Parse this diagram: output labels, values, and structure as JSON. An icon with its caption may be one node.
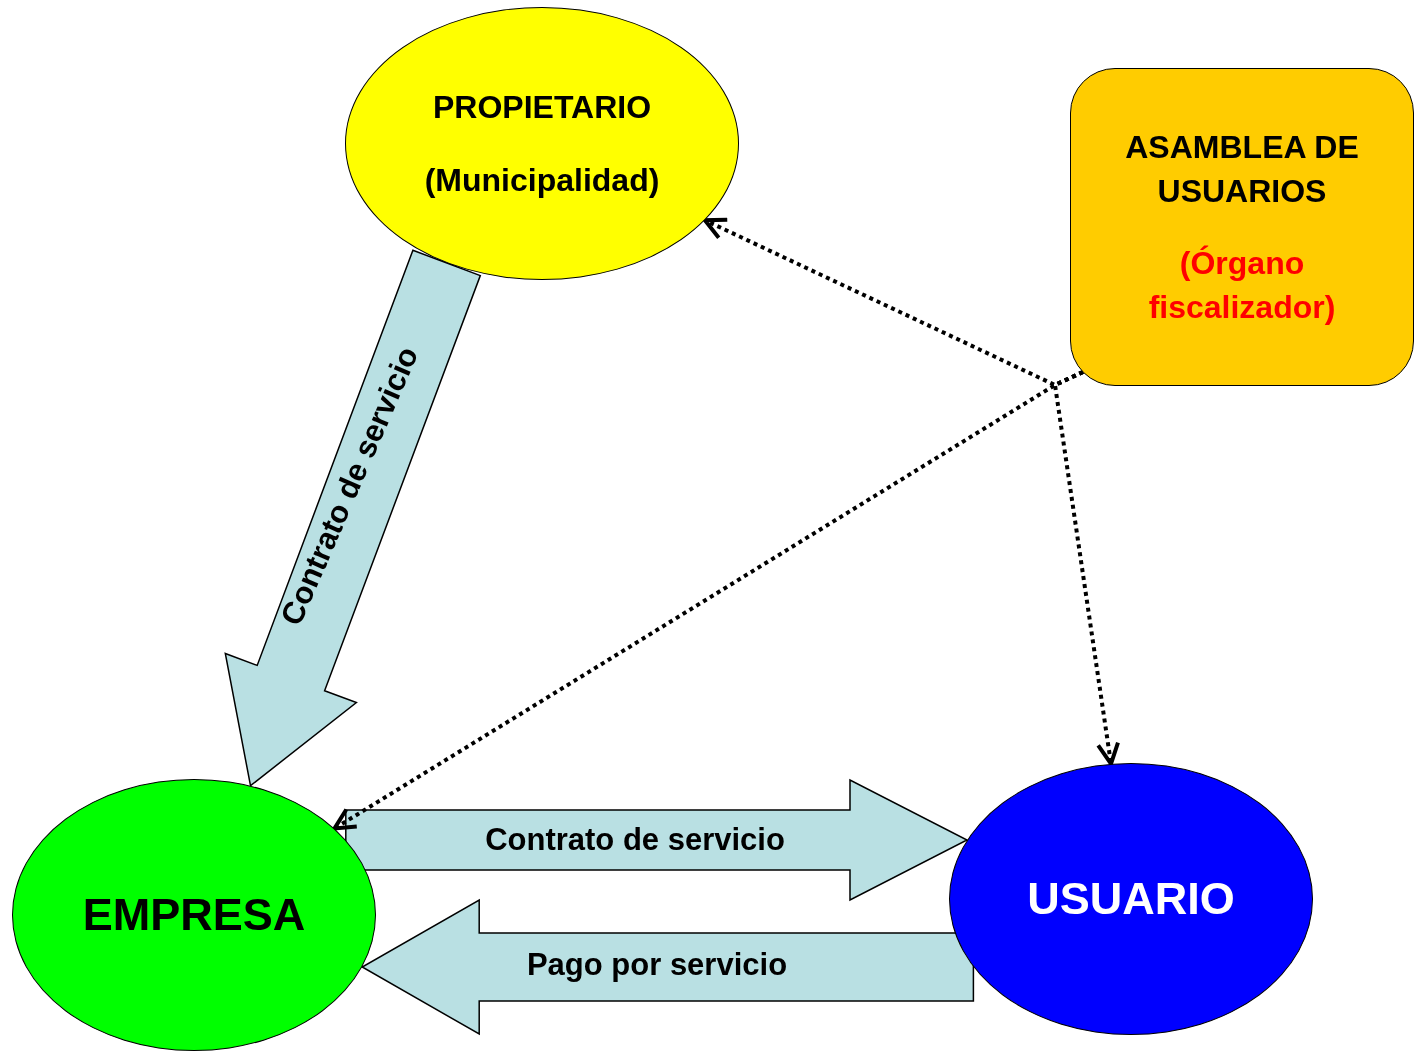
{
  "diagram": {
    "nodes": [
      {
        "text": [
          "PROPIETARIO",
          "(Municipalidad)"
        ]
      },
      {
        "text": [
          "ASAMBLEA DE USUARIOS",
          "(Órgano fiscalizador)"
        ]
      },
      {
        "text": [
          "EMPRESA"
        ]
      },
      {
        "text": [
          "USUARIO"
        ]
      }
    ],
    "edges": [
      {
        "from": 0,
        "to": 2,
        "arrow": "to",
        "label": "Contrato de servicio",
        "style": "thick",
        "color": "#b9e0e3"
      },
      {
        "from": 2,
        "to": 3,
        "arrow": "to",
        "label": "Contrato de servicio",
        "style": "thick",
        "color": "#b9e0e3"
      },
      {
        "from": 3,
        "to": 2,
        "arrow": "to",
        "label": "Pago por servicio",
        "style": "thick",
        "color": "#b9e0e3"
      },
      {
        "from": 1,
        "to": 0,
        "arrow": "to",
        "style": "dashed"
      },
      {
        "from": 1,
        "to": 2,
        "arrow": "to",
        "style": "dashed"
      },
      {
        "from": 1,
        "to": 3,
        "arrow": "to",
        "style": "dashed"
      }
    ]
  }
}
